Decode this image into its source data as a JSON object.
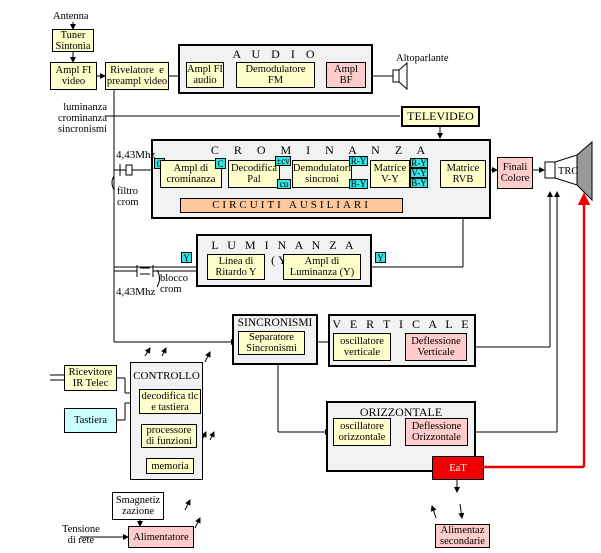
{
  "labels": {
    "antenna": "Antenna",
    "tuner": "Tuner\nSintonia",
    "ampl_fi_video": "Ampl FI\nvideo",
    "rivelatore": "Rivelatore  e\npreampl video",
    "audio_title": "A U D I O",
    "ampl_fi_audio": "Ampl FI\naudio",
    "demod_fm": "Demodulatore\nFM",
    "ampl_bf": "Ampl\nBF",
    "altoparlante": "Altoparlante",
    "signals": "luminanza\ncrominanza\nsincronismi",
    "televideo": "TELEVIDEO",
    "crom_title": "C R O M I N A N Z A",
    "freq_top": "4,43Mhz",
    "filtro": "filtro\ncrom",
    "ampl_crom": "Ampl di\ncrominanza",
    "decodifica_pal": "Decodifica\nPal",
    "demod_sincroni": "Demodulatori\nsincroni",
    "matrice_vy": "Matrice\nV-Y",
    "matrice_rvb": "Matrice\nRVB",
    "finali": "Finali\nColore",
    "trc": "TRC",
    "circuiti": "CIRCUITI  AUSILIARI",
    "lum_title": "L U M I N A N Z A   (Y)",
    "linea_ritardo": "Linea di\nRitardo Y",
    "ampl_lum": "Ampl di\nLuminanza (Y)",
    "blocco": "blocco\ncrom",
    "freq_bottom": "4,43Mhz",
    "sinc_title": "SINCRONISMI",
    "separatore": "Separatore\nSincronismi",
    "vert_title": "V E R T I C A L E",
    "osc_vert": "oscillatore\nverticale",
    "defl_vert": "Deflessione\nVerticale",
    "ricevitore": "Ricevitore\nIR Telec",
    "controllo_title": "CONTROLLO",
    "decodifica_tlc": "decodifica tlc\ne tastiera",
    "tastiera": "Tastiera",
    "processore": "processore\ndi funzioni",
    "memoria": "memoria",
    "oriz_title": "ORIZZONTALE",
    "osc_oriz": "oscillatore\norizzontale",
    "defl_oriz": "Deflessione\nOrizzontale",
    "eat": "EaT",
    "smagnetiz": "Smagnetiz\nzazione",
    "tensione": "Tensione\ndi rete",
    "alimentatore": "Alimentatore",
    "alim_sec": "Alimentaz\nsecondarie"
  },
  "tags": {
    "c": "C",
    "pcv": "±cv",
    "cu": "cu",
    "ry": "R-Y",
    "by": "B-Y",
    "ry2": "R-Y",
    "vy2": "V-Y",
    "by2": "B-Y",
    "y1": "Y",
    "y2": "Y"
  },
  "colors": {
    "block_yellow": "#ffffcc",
    "block_pink": "#ffcccc",
    "block_orange": "#fcc79a",
    "tag_cyan": "#2fe6e6",
    "section_gray": "#f2f2f2",
    "eat_red": "#ee0000"
  }
}
